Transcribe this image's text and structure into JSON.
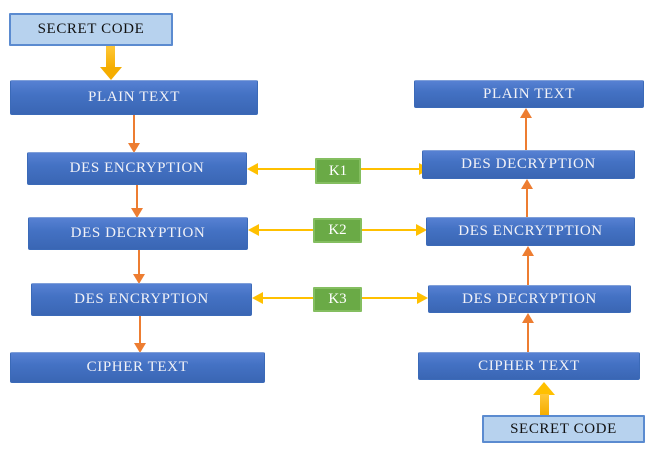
{
  "colors": {
    "process_box_blue": "#4472c4",
    "process_box_border": "#3b6ab8",
    "secret_box_light_blue": "#b7d2ee",
    "secret_box_border": "#5b8bd0",
    "key_box_green": "#6aaa46",
    "key_box_border": "#84be60",
    "arrow_orange": "#ed7d31",
    "arrow_yellow": "#ffc000",
    "process_text": "#f2f2f7",
    "secret_text": "#111111"
  },
  "encryption_flow": {
    "secret_code_label": "SECRET CODE",
    "steps": [
      "PLAIN TEXT",
      "DES ENCRYPTION",
      "DES DECRYPTION",
      "DES ENCRYPTION",
      "CIPHER TEXT"
    ]
  },
  "decryption_flow": {
    "steps": [
      "PLAIN TEXT",
      "DES DECRYPTION",
      "DES ENCRYTPTION",
      "DES DECRYPTION",
      "CIPHER TEXT"
    ],
    "secret_code_label": "SECRET CODE"
  },
  "keys": [
    {
      "label": "K1"
    },
    {
      "label": "K2"
    },
    {
      "label": "K3"
    }
  ]
}
